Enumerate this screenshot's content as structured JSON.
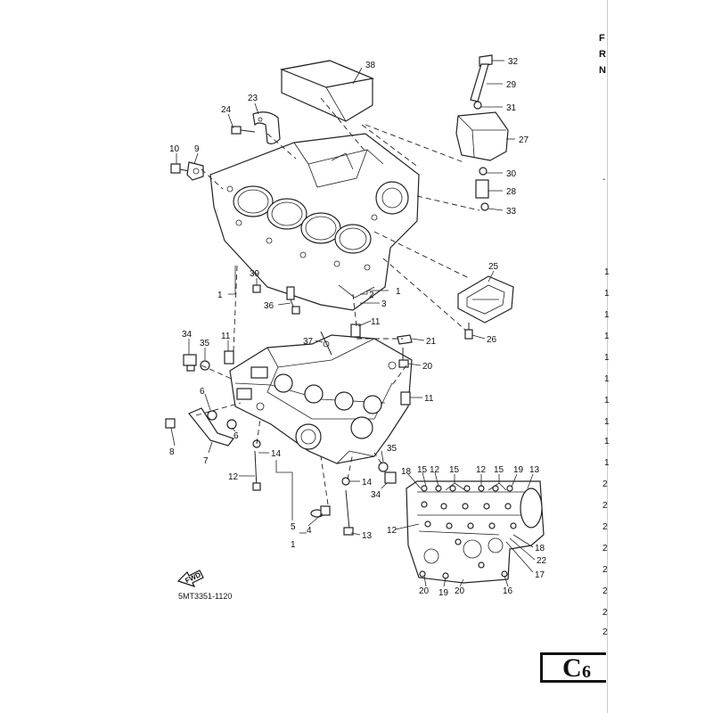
{
  "figure": {
    "code": "5MT3351-1120",
    "fwd_label": "FWD",
    "page_tab": {
      "letter": "C",
      "number": "6"
    }
  },
  "header_letters": [
    "F",
    "R",
    "N"
  ],
  "right_margin_fragments": [
    "-",
    "1",
    "1",
    "1",
    "1",
    "1",
    "1",
    "1",
    "1",
    "1",
    "1",
    "2",
    "2",
    "2",
    "2",
    "2",
    "2",
    "2",
    "2"
  ],
  "callouts": [
    {
      "id": "38",
      "label": "38"
    },
    {
      "id": "23",
      "label": "23"
    },
    {
      "id": "24",
      "label": "24"
    },
    {
      "id": "10",
      "label": "10"
    },
    {
      "id": "9",
      "label": "9"
    },
    {
      "id": "32",
      "label": "32"
    },
    {
      "id": "29",
      "label": "29"
    },
    {
      "id": "31",
      "label": "31"
    },
    {
      "id": "27",
      "label": "27"
    },
    {
      "id": "30",
      "label": "30"
    },
    {
      "id": "28",
      "label": "28"
    },
    {
      "id": "33",
      "label": "33"
    },
    {
      "id": "25",
      "label": "25"
    },
    {
      "id": "26",
      "label": "26"
    },
    {
      "id": "39",
      "label": "39"
    },
    {
      "id": "1a",
      "label": "1"
    },
    {
      "id": "2",
      "label": "2"
    },
    {
      "id": "1b",
      "label": "1"
    },
    {
      "id": "3",
      "label": "3"
    },
    {
      "id": "36",
      "label": "36"
    },
    {
      "id": "11a",
      "label": "11"
    },
    {
      "id": "37",
      "label": "37"
    },
    {
      "id": "21",
      "label": "21"
    },
    {
      "id": "34a",
      "label": "34"
    },
    {
      "id": "35a",
      "label": "35"
    },
    {
      "id": "11b",
      "label": "11"
    },
    {
      "id": "20a",
      "label": "20"
    },
    {
      "id": "11c",
      "label": "11"
    },
    {
      "id": "6a",
      "label": "6"
    },
    {
      "id": "6b",
      "label": "6"
    },
    {
      "id": "8",
      "label": "8"
    },
    {
      "id": "7",
      "label": "7"
    },
    {
      "id": "14a",
      "label": "14"
    },
    {
      "id": "12a",
      "label": "12"
    },
    {
      "id": "14b",
      "label": "14"
    },
    {
      "id": "35b",
      "label": "35"
    },
    {
      "id": "34b",
      "label": "34"
    },
    {
      "id": "5",
      "label": "5"
    },
    {
      "id": "4",
      "label": "4"
    },
    {
      "id": "1c",
      "label": "1"
    },
    {
      "id": "13",
      "label": "13"
    },
    {
      "id": "18a",
      "label": "18"
    },
    {
      "id": "15a",
      "label": "15"
    },
    {
      "id": "12b",
      "label": "12"
    },
    {
      "id": "15b",
      "label": "15"
    },
    {
      "id": "12c",
      "label": "12"
    },
    {
      "id": "15c",
      "label": "15"
    },
    {
      "id": "19a",
      "label": "19"
    },
    {
      "id": "13b",
      "label": "13"
    },
    {
      "id": "12d",
      "label": "12"
    },
    {
      "id": "18b",
      "label": "18"
    },
    {
      "id": "22",
      "label": "22"
    },
    {
      "id": "17",
      "label": "17"
    },
    {
      "id": "20b",
      "label": "20"
    },
    {
      "id": "19b",
      "label": "19"
    },
    {
      "id": "20c",
      "label": "20"
    },
    {
      "id": "16",
      "label": "16"
    }
  ]
}
